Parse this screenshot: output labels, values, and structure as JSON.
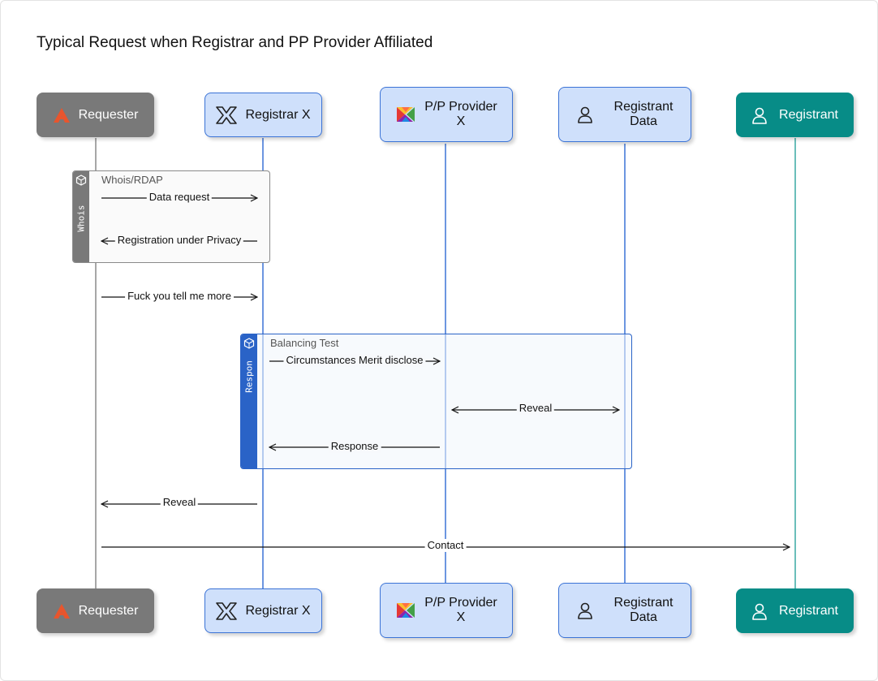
{
  "diagram": {
    "title": "Typical Request when Registrar and PP Provider Affiliated",
    "participants": [
      {
        "id": "requester",
        "label": "Requester",
        "icon": "requester-logo-icon",
        "style": "grey"
      },
      {
        "id": "registrar",
        "label": "Registrar X",
        "icon": "x-logo-icon",
        "style": "blue"
      },
      {
        "id": "pp_provider",
        "label": "P/P Provider\nX",
        "icon": "rainbow-x-icon",
        "style": "blue"
      },
      {
        "id": "registrant_data",
        "label": "Registrant\nData",
        "icon": "person-icon",
        "style": "blue"
      },
      {
        "id": "registrant",
        "label": "Registrant",
        "icon": "person-icon",
        "style": "teal"
      }
    ],
    "fragments": [
      {
        "id": "whois",
        "tab_label": "Whois",
        "title": "Whois/RDAP",
        "color": "#797979"
      },
      {
        "id": "respon",
        "tab_label": "Respon",
        "title": "Balancing Test",
        "color": "#2a63c7"
      }
    ],
    "messages": [
      {
        "label": "Data request",
        "from": "requester",
        "to": "registrar"
      },
      {
        "label": "Registration under Privacy",
        "from": "registrar",
        "to": "requester"
      },
      {
        "label": "Fuck you tell me more",
        "from": "requester",
        "to": "registrar"
      },
      {
        "label": "Circumstances Merit disclose",
        "from": "registrar",
        "to": "pp_provider"
      },
      {
        "label": "Reveal",
        "from": "pp_provider",
        "to": "registrant_data",
        "bidirectional": true
      },
      {
        "label": "Response",
        "from": "pp_provider",
        "to": "registrar"
      },
      {
        "label": "Reveal",
        "from": "registrar",
        "to": "requester"
      },
      {
        "label": "Contact",
        "from": "requester",
        "to": "registrant"
      }
    ]
  },
  "colors": {
    "grey": "#797979",
    "blue_fill": "#cfe0fb",
    "blue_border": "#3b73d6",
    "teal": "#078c87",
    "requester_icon": "#e8552d"
  }
}
